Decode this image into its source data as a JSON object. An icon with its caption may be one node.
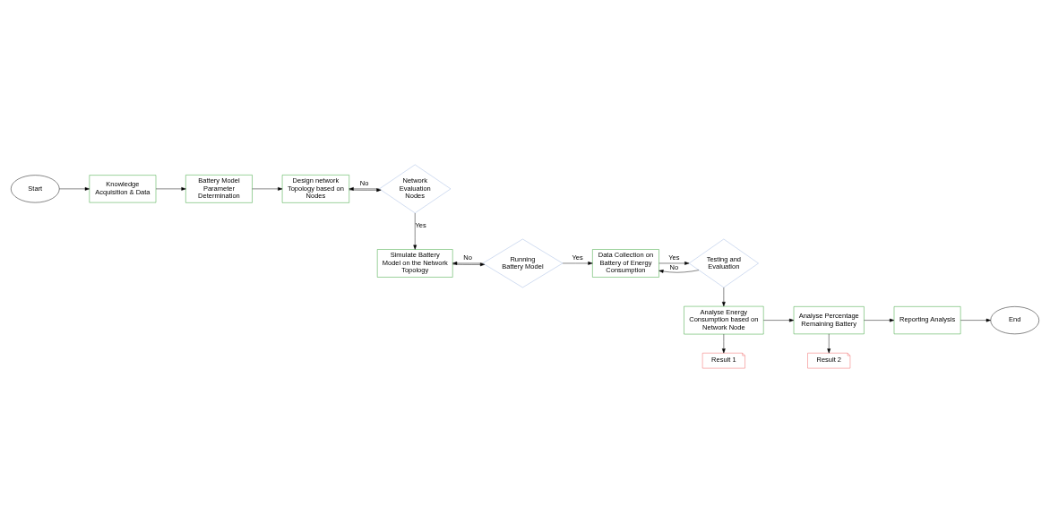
{
  "diagram": {
    "nodes": [
      {
        "text": [
          "Start"
        ]
      },
      {
        "text": [
          "Knowledge Acquisition & Data"
        ]
      },
      {
        "text": [
          "Battery Model Parameter Determination"
        ]
      },
      {
        "text": [
          "Design network Topology based on Nodes"
        ]
      },
      {
        "text": [
          "Network Evaluation Nodes"
        ]
      },
      {
        "text": [
          "Simulate Battery Model on the Network Topology"
        ]
      },
      {
        "text": [
          "Running Battery Model"
        ]
      },
      {
        "text": [
          "Data Collection on Battery of Energy Consumption"
        ]
      },
      {
        "text": [
          "Testing and Evaluation"
        ]
      },
      {
        "text": [
          "Analyse Energy Consumption based on Network Node"
        ]
      },
      {
        "text": [
          "Analyse Percentage Remaining Battery"
        ]
      },
      {
        "text": [
          "Reporting Analysis"
        ]
      },
      {
        "text": [
          "End"
        ]
      },
      {
        "text": [
          "Result 1"
        ]
      },
      {
        "text": [
          "Result 2"
        ]
      }
    ],
    "edges": [
      {
        "from": 0,
        "to": 1,
        "arrow": "to"
      },
      {
        "from": 1,
        "to": 2,
        "arrow": "to"
      },
      {
        "from": 2,
        "to": 3,
        "arrow": "to"
      },
      {
        "from": 3,
        "to": 4,
        "arrow": "to"
      },
      {
        "from": 4,
        "to": 3,
        "arrow": "to",
        "label": "No"
      },
      {
        "from": 4,
        "to": 5,
        "arrow": "to",
        "label": "Yes"
      },
      {
        "from": 5,
        "to": 6,
        "arrow": "to"
      },
      {
        "from": 6,
        "to": 7,
        "arrow": "to",
        "label": "Yes"
      },
      {
        "from": 6,
        "to": 5,
        "arrow": "to",
        "label": "No"
      },
      {
        "from": 7,
        "to": 8,
        "arrow": "to",
        "label": "Yes"
      },
      {
        "from": 8,
        "to": 7,
        "arrow": "to",
        "label": "No"
      },
      {
        "from": 8,
        "to": 9,
        "arrow": "to"
      },
      {
        "from": 9,
        "to": 10,
        "arrow": "to"
      },
      {
        "from": 10,
        "to": 11,
        "arrow": "to"
      },
      {
        "from": 11,
        "to": 12,
        "arrow": "to"
      },
      {
        "from": 9,
        "to": 13,
        "arrow": "to"
      },
      {
        "from": 10,
        "to": 14,
        "arrow": "to"
      }
    ]
  }
}
